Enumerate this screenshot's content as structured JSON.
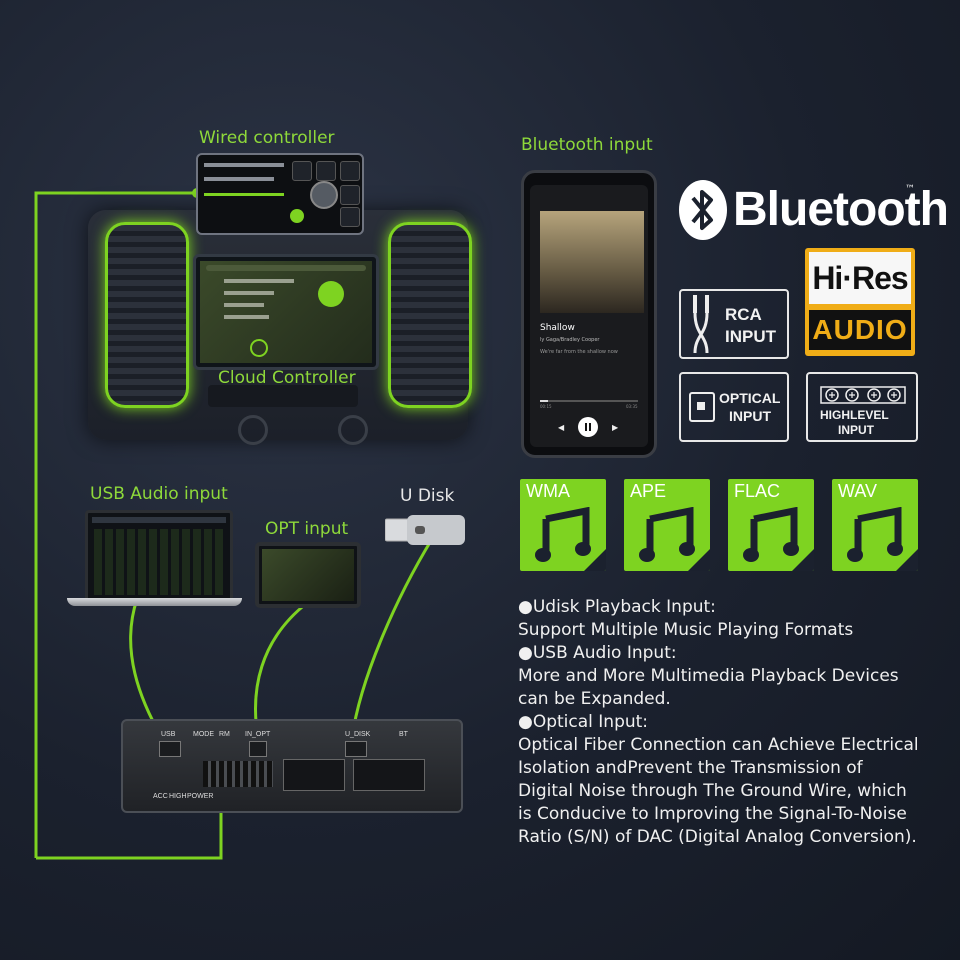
{
  "labels": {
    "wired_controller": "Wired controller",
    "cloud_controller": "Cloud Controller",
    "bluetooth_input": "Bluetooth input",
    "usb_audio_input": "USB Audio input",
    "opt_input": "OPT input",
    "u_disk": "U Disk"
  },
  "phone": {
    "song_title": "Shallow",
    "artist": "ly Gaga/Bradley Cooper",
    "lyric": "We're far from the shallow now",
    "time_start": "00:15",
    "time_end": "03:35"
  },
  "logos": {
    "bluetooth": "Bluetooth",
    "bluetooth_tm": "™",
    "hires_top": "Hi·Res",
    "hires_bottom": "AUDIO"
  },
  "inputs": {
    "rca_line1": "RCA",
    "rca_line2": "INPUT",
    "optical_line1": "OPTICAL",
    "optical_line2": "INPUT",
    "highlevel_line1": "HIGHLEVEL",
    "highlevel_line2": "INPUT"
  },
  "formats": [
    "WMA",
    "APE",
    "FLAC",
    "WAV"
  ],
  "amp_ports": {
    "usb": "USB",
    "mode": "MODE",
    "rm": "RM",
    "in_opt": "IN_OPT",
    "u_disk": "U_DISK",
    "bt": "BT",
    "acc": "ACC",
    "high": "HIGH",
    "power": "POWER"
  },
  "description": {
    "l1": "●Udisk Playback Input:",
    "l2": "Support Multiple Music Playing Formats",
    "l3": "●USB Audio Input:",
    "l4": "More and More Multimedia Playback Devices",
    "l5": "can be Expanded.",
    "l6": "●Optical Input:",
    "l7": "Optical Fiber Connection can Achieve Electrical",
    "l8": "Isolation andPrevent the Transmission of",
    "l9": "Digital Noise through The Ground  Wire, which",
    "l10": "is Conducive to Improving the Signal-To-Noise",
    "l11": "Ratio (S/N) of DAC (Digital Analog Conversion)."
  },
  "colors": {
    "accent_green": "#7ed321",
    "hires_gold": "#f0ad17",
    "background": "#1c2230"
  }
}
